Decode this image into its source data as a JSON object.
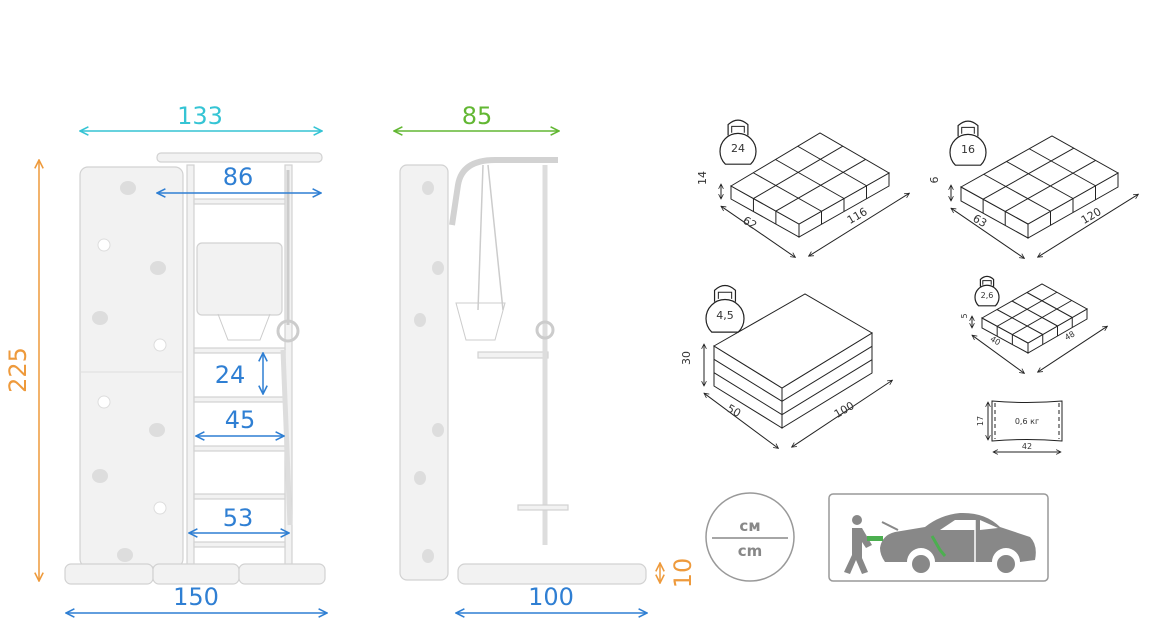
{
  "colors": {
    "cyan": "#35c4d4",
    "blue": "#2f7fd3",
    "green": "#62b733",
    "orange": "#ee9a3c",
    "gray": "#8c8c8c",
    "accent_green": "#4caf50"
  },
  "front_view": {
    "width_top": "133",
    "bar_width": "86",
    "height": "225",
    "step": "24",
    "ladder_inner": "45",
    "ladder_bottom": "53",
    "mat_width": "150"
  },
  "side_view": {
    "depth": "85",
    "mat_depth": "100",
    "mat_height": "10"
  },
  "packages": [
    {
      "weight": "24",
      "height": "14",
      "width": "62",
      "length": "116"
    },
    {
      "weight": "16",
      "height": "6",
      "width": "63",
      "length": "120"
    },
    {
      "weight": "4,5",
      "height": "30",
      "width": "50",
      "length": "100"
    },
    {
      "weight": "2,6",
      "height": "5",
      "width": "40",
      "length": "48"
    },
    {
      "weight": "0,6 кг",
      "height": "17",
      "width": "42"
    }
  ],
  "units": {
    "ru": "см",
    "en": "cm"
  },
  "icons": [
    "kettlebell-icon",
    "unit-cm-icon",
    "car-loading-icon"
  ]
}
